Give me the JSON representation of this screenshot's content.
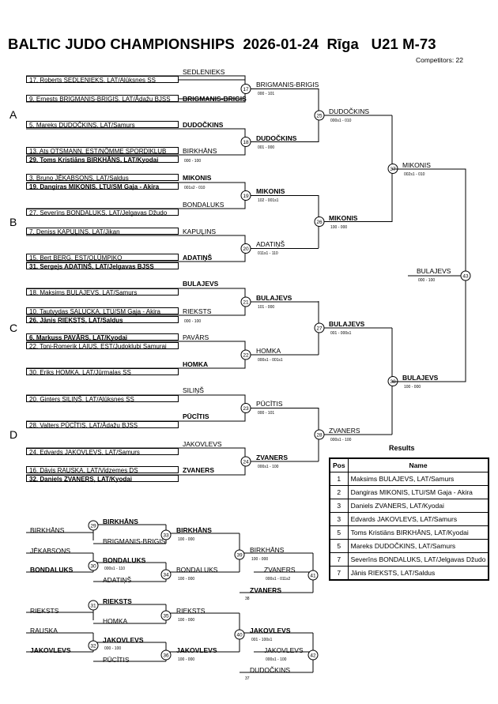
{
  "header": {
    "title": "BALTIC JUDO CHAMPIONSHIPS  2026-01-24  Rīga   U21 M-73",
    "competitors": "Competitors: 22"
  },
  "pools": [
    "A",
    "B",
    "C",
    "D"
  ],
  "entries": [
    "17. Roberts SEDLENIEKS, LAT/Alūksnes SS",
    "9. Ernests BRIGMANIS-BRIGIS, LAT/Ādažu BJSS",
    "5. Mareks DUDOČKINS, LAT/Samurs",
    "13. Ats OTSMANN, EST/NÕMME SPORDIKLUB",
    "29. Toms Kristiāns BIRKHĀNS, LAT/Kyodai",
    "3. Bruno JĒKABSONS, LAT/Saldus",
    "19. Dangiras MIKONIS, LTU/SM Gaja - Akira",
    "27. Severīns BONDALUKS, LAT/Jelgavas Džudo",
    "7. Deniss KAPUĻINS, LAT/Jikan",
    "15. Bert BERG, EST/OLÜMPIKO",
    "31. Sergejs ADATIŅŠ, LAT/Jelgavas BJSS",
    "18. Maksims BULAJEVS, LAT/Samurs",
    "10. Tautvydas SALUCKA, LTU/SM Gaja - Akira",
    "26. Jānis RIEKSTS, LAT/Saldus",
    "6. Markuss PAVĀRS, LAT/Kyodai",
    "22. Toni-Romerik LAIUS, EST/Judoklubi Samurai",
    "30. Eriks HOMKA, LAT/Jūrmalas SS",
    "20. Ginters SILIŅŠ, LAT/Alūksnes SS",
    "28. Valters PŪCĪTIS, LAT/Ādažu BJSS",
    "24. Edvards JAKOVLEVS, LAT/Samurs",
    "16. Dāvis RAUSKA, LAT/Vidzemes DS",
    "32. Daniels ZVANERS, LAT/Kyodai"
  ],
  "bracket": {
    "r1_names": [
      "SEDLENIEKS",
      "BRIGMANIS-BRIGIS",
      "DUDOČKINS",
      "BIRKHĀNS",
      "MIKONIS",
      "BONDALUKS",
      "KAPUĻINS",
      "ADATIŅŠ",
      "BULAJEVS",
      "RIEKSTS",
      "PAVĀRS",
      "HOMKA",
      "SILIŅŠ",
      "PŪCĪTIS",
      "JAKOVLEVS",
      "ZVANERS"
    ],
    "r2_names": [
      "BRIGMANIS-BRIGIS",
      "DUDOČKINS",
      "MIKONIS",
      "ADATIŅŠ",
      "BULAJEVS",
      "HOMKA",
      "PŪCĪTIS",
      "ZVANERS"
    ],
    "r3_names": [
      "DUDOČKINS",
      "MIKONIS",
      "BULAJEVS",
      "ZVANERS"
    ],
    "r4_names": [
      "MIKONIS",
      "BULAJEVS"
    ],
    "final_winner": "BULAJEVS",
    "match_numbers": [
      "17",
      "18",
      "19",
      "20",
      "21",
      "22",
      "23",
      "24",
      "25",
      "26",
      "27",
      "28",
      "37",
      "38",
      "43"
    ],
    "scores": {
      "m17": "000 - 101",
      "m18": "001 - 000",
      "m19": "102 - 001s1",
      "m20": "011s1 - 110",
      "m21": "101 - 000",
      "m22": "000s1 - 001s1",
      "m23": "000 - 101",
      "m24": "000s1 - 100",
      "m25": "000s1 - 010",
      "m26": "100 - 000",
      "m27": "001 - 000s1",
      "m28": "000s1 - 100",
      "m37": "002s1 - 010",
      "m38": "100 - 000",
      "m43": "000 - 100",
      "m3": "001s2 - 010",
      "m5": "000 - 100",
      "m11": "000 - 100"
    }
  },
  "repechage": {
    "names": {
      "a1": "BIRKHĀNS",
      "a2": "JĒKABSONS",
      "a3": "BONDALUKS",
      "w29": "BIRKHĀNS",
      "l29": "BRIGMANIS-BRIGIS",
      "w30": "BONDALUKS",
      "l30": "ADATIŅŠ",
      "w33": "BIRKHĀNS",
      "w34": "BONDALUKS",
      "w39": "BIRKHĀNS",
      "l39": "ZVANERS",
      "w41": "ZVANERS",
      "b1": "RIEKSTS",
      "b2": "RAUSKA",
      "b3": "JAKOVLEVS",
      "w31": "RIEKSTS",
      "l31": "HOMKA",
      "w32": "JAKOVLEVS",
      "l32": "PŪCĪTIS",
      "w35": "RIEKSTS",
      "w36": "JAKOVLEVS",
      "w40": "JAKOVLEVS",
      "l40": "JAKOVLEVS",
      "w42": "DUDOČKINS"
    },
    "match_numbers": [
      "29",
      "30",
      "31",
      "32",
      "33",
      "34",
      "35",
      "36",
      "39",
      "40",
      "41",
      "42"
    ],
    "scores": {
      "m29": "",
      "m30": "000s1 - 110",
      "m33": "100 - 000",
      "m34": "100 - 000",
      "m39": "100 - 000",
      "m41": "000s1 - 011s2",
      "m41b": "38",
      "m31": "",
      "m32": "000 - 100",
      "m35": "100 - 000",
      "m36": "100 - 000",
      "m40": "001 - 100s1",
      "m42": "000s1 - 100",
      "m42b": "37"
    }
  },
  "results": {
    "title": "Results",
    "headers": [
      "Pos",
      "Name"
    ],
    "rows": [
      {
        "pos": "1",
        "name": "Maksims BULAJEVS, LAT/Samurs"
      },
      {
        "pos": "2",
        "name": "Dangiras MIKONIS, LTU/SM Gaja - Akira"
      },
      {
        "pos": "3",
        "name": "Daniels ZVANERS, LAT/Kyodai"
      },
      {
        "pos": "3",
        "name": "Edvards JAKOVLEVS, LAT/Samurs"
      },
      {
        "pos": "5",
        "name": "Toms Kristiāns BIRKHĀNS, LAT/Kyodai"
      },
      {
        "pos": "5",
        "name": "Mareks DUDOČKINS, LAT/Samurs"
      },
      {
        "pos": "7",
        "name": "Severīns BONDALUKS, LAT/Jelgavas Džudo"
      },
      {
        "pos": "7",
        "name": "Jānis RIEKSTS, LAT/Saldus"
      }
    ]
  }
}
